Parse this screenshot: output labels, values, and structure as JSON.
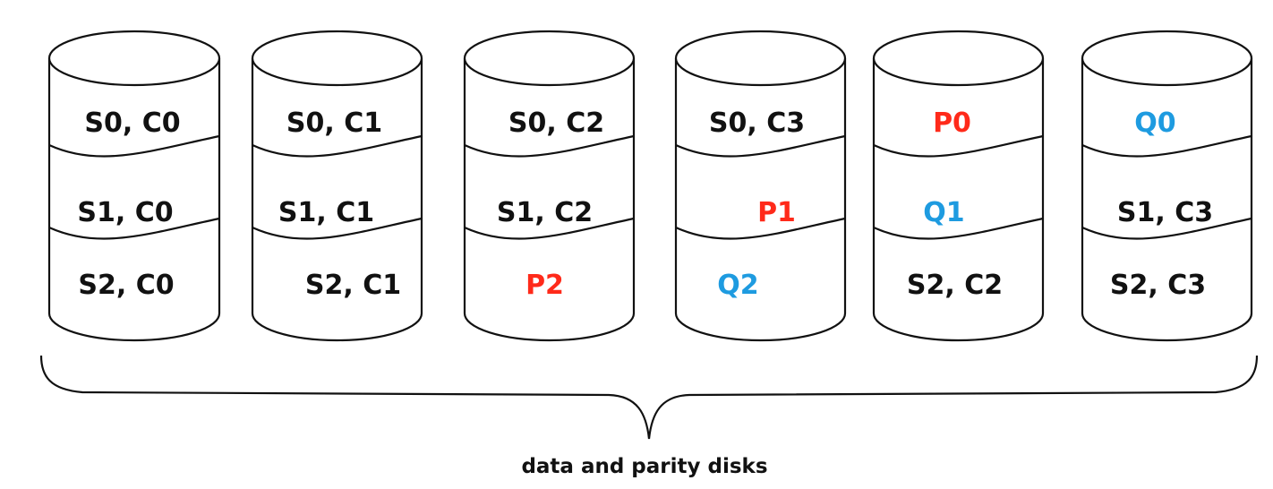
{
  "colors": {
    "data": "#111111",
    "parity_p": "#ff2a1a",
    "parity_q": "#1e9be0",
    "outline": "#111111"
  },
  "disks": [
    {
      "name": "disk-1",
      "cells": [
        {
          "text": "S0, C0",
          "kind": "data"
        },
        {
          "text": "S1, C0",
          "kind": "data"
        },
        {
          "text": "S2, C0",
          "kind": "data"
        }
      ]
    },
    {
      "name": "disk-2",
      "cells": [
        {
          "text": "S0, C1",
          "kind": "data"
        },
        {
          "text": "S1, C1",
          "kind": "data"
        },
        {
          "text": "S2, C1",
          "kind": "data"
        }
      ]
    },
    {
      "name": "disk-3",
      "cells": [
        {
          "text": "S0, C2",
          "kind": "data"
        },
        {
          "text": "S1, C2",
          "kind": "data"
        },
        {
          "text": "P2",
          "kind": "parity_p"
        }
      ]
    },
    {
      "name": "disk-4",
      "cells": [
        {
          "text": "S0, C3",
          "kind": "data"
        },
        {
          "text": "P1",
          "kind": "parity_p"
        },
        {
          "text": "Q2",
          "kind": "parity_q"
        }
      ]
    },
    {
      "name": "disk-5",
      "cells": [
        {
          "text": "P0",
          "kind": "parity_p"
        },
        {
          "text": "Q1",
          "kind": "parity_q"
        },
        {
          "text": "S2, C2",
          "kind": "data"
        }
      ]
    },
    {
      "name": "disk-6",
      "cells": [
        {
          "text": "Q0",
          "kind": "parity_q"
        },
        {
          "text": "S1, C3",
          "kind": "data"
        },
        {
          "text": "S2, C3",
          "kind": "data"
        }
      ]
    }
  ],
  "caption": "data and parity disks"
}
